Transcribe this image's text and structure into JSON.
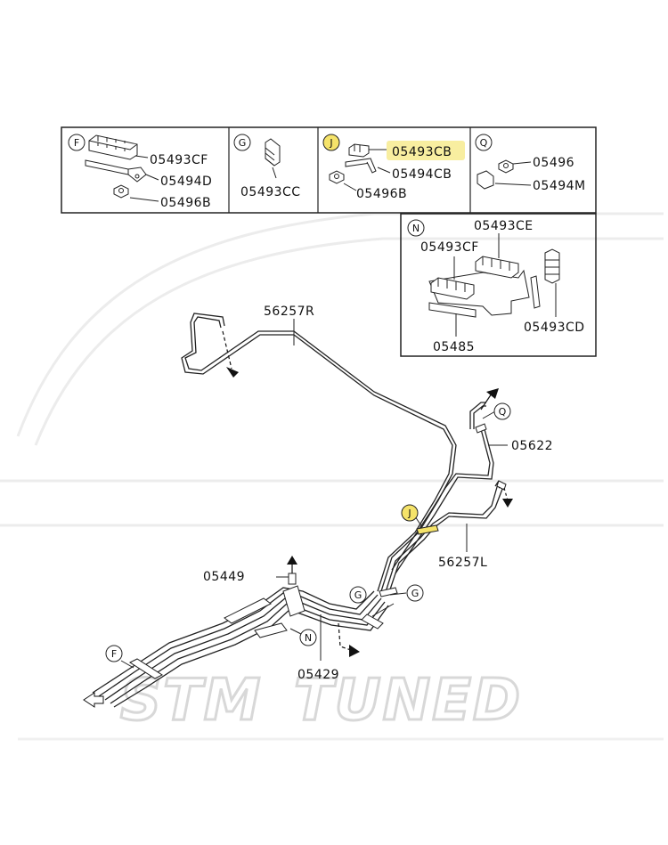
{
  "watermark": {
    "text_left": "STM",
    "text_right": "TUNED"
  },
  "highlight_color": "#f8eea0",
  "circle_highlight_color": "#f5e36a",
  "boxes": {
    "F": {
      "letter": "F",
      "parts": [
        "05493CF",
        "05494D",
        "05496B"
      ]
    },
    "G": {
      "letter": "G",
      "parts": [
        "05493CC"
      ]
    },
    "J": {
      "letter": "J",
      "parts": [
        "05493CB",
        "05494CB",
        "05496B"
      ],
      "highlighted_part": "05493CB"
    },
    "Q": {
      "letter": "Q",
      "parts": [
        "05496",
        "05494M"
      ]
    },
    "N": {
      "letter": "N",
      "parts": [
        "05493CE",
        "05493CF",
        "05493CD",
        "05485"
      ]
    }
  },
  "callouts": {
    "line_r": "56257R",
    "line_l": "56257L",
    "hose": "05622",
    "grommet": "05449",
    "clamp": "05429",
    "ref_q": "Q",
    "ref_j": "J",
    "ref_g1": "G",
    "ref_g2": "G",
    "ref_n": "N",
    "ref_f": "F"
  }
}
